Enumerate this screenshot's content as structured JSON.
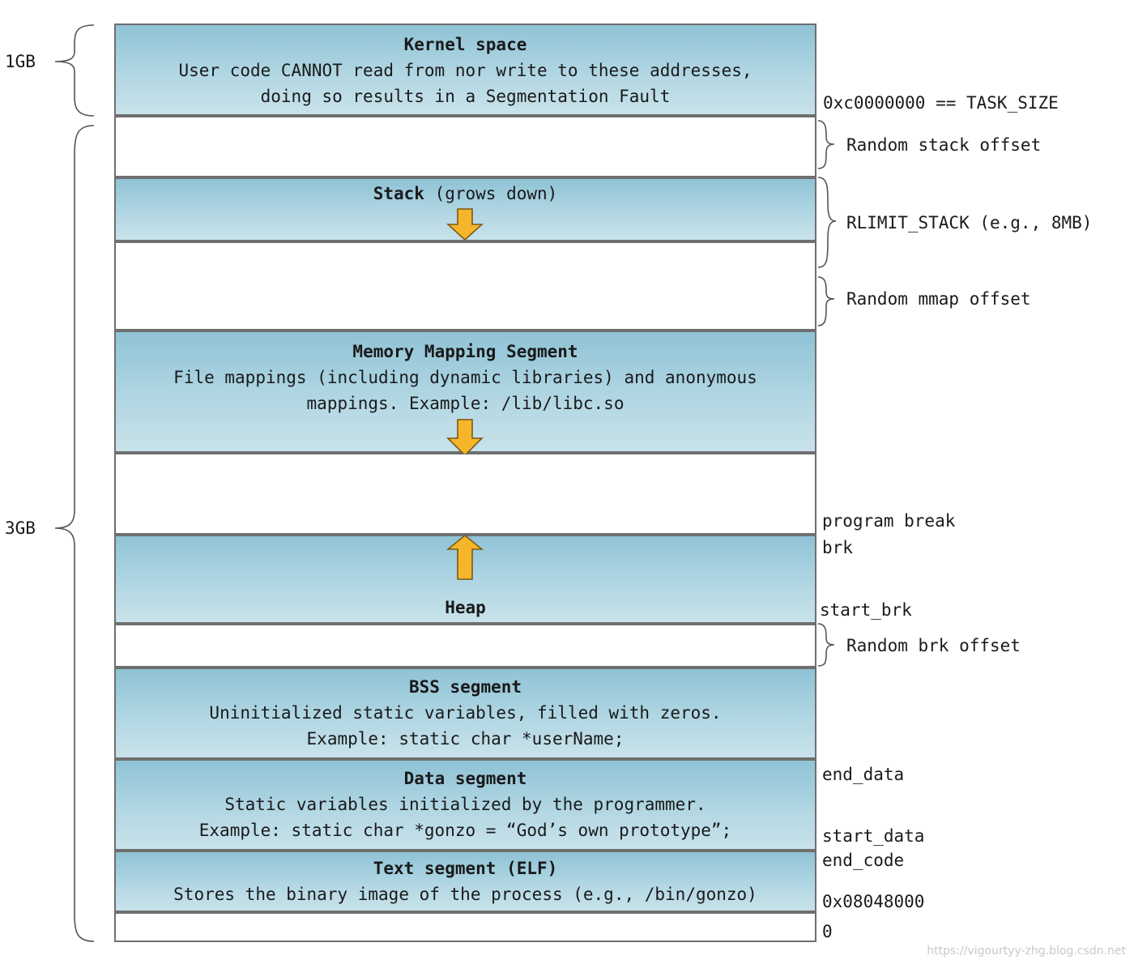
{
  "sizes": {
    "kernel": "1GB",
    "user": "3GB"
  },
  "segments": {
    "kernel": {
      "title": "Kernel space",
      "line1": "User code CANNOT read from nor write to these addresses,",
      "line2": "doing so results in a Segmentation Fault"
    },
    "stack": {
      "title": "Stack",
      "note": "(grows down)"
    },
    "mmap": {
      "title": "Memory Mapping Segment",
      "line1": "File mappings (including dynamic libraries) and anonymous",
      "line2": "mappings. Example: /lib/libc.so"
    },
    "heap": {
      "title": "Heap"
    },
    "bss": {
      "title": "BSS segment",
      "line1": "Uninitialized static variables, filled with zeros.",
      "line2": "Example: static char *userName;"
    },
    "data": {
      "title": "Data segment",
      "line1": "Static variables initialized by the programmer.",
      "line2": "Example: static char *gonzo = “God’s own prototype”;"
    },
    "text": {
      "title": "Text segment (ELF)",
      "line1": "Stores the binary image of the process (e.g., /bin/gonzo)"
    }
  },
  "right_labels": {
    "task_size": "0xc0000000 == TASK_SIZE",
    "random_stack": "Random stack offset",
    "rlimit": "RLIMIT_STACK (e.g., 8MB)",
    "random_mmap": "Random mmap offset",
    "program_break": "program break",
    "brk": "brk",
    "start_brk": "start_brk",
    "random_brk": "Random brk offset",
    "end_data": "end_data",
    "start_data": "start_data",
    "end_code": "end_code",
    "text_start": "0x08048000",
    "zero": "0"
  },
  "watermark": "https://vigourtyy-zhg.blog.csdn.net",
  "colors": {
    "segment_fill": "#a9d1df",
    "border": "#6f6f6f",
    "arrow": "#f5b62b"
  }
}
